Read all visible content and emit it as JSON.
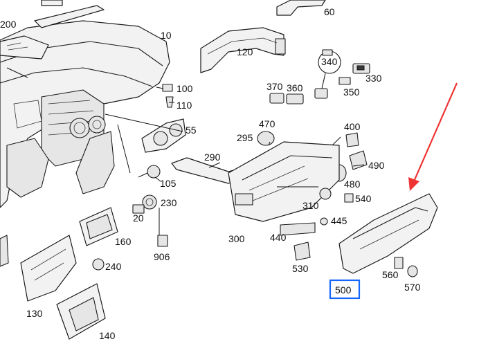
{
  "diagram": {
    "part_numbers": [
      "200",
      "10",
      "120",
      "60",
      "340",
      "330",
      "370",
      "360",
      "350",
      "100",
      "110",
      "55",
      "470",
      "400",
      "295",
      "290",
      "490",
      "480",
      "540",
      "105",
      "230",
      "20",
      "310",
      "445",
      "440",
      "300",
      "160",
      "906",
      "240",
      "530",
      "560",
      "570",
      "500",
      "130",
      "140"
    ],
    "highlighted_part": "500",
    "colors": {
      "highlight": "#1565ff",
      "arrow": "#ee3333",
      "ink": "#1a1a1a"
    }
  }
}
